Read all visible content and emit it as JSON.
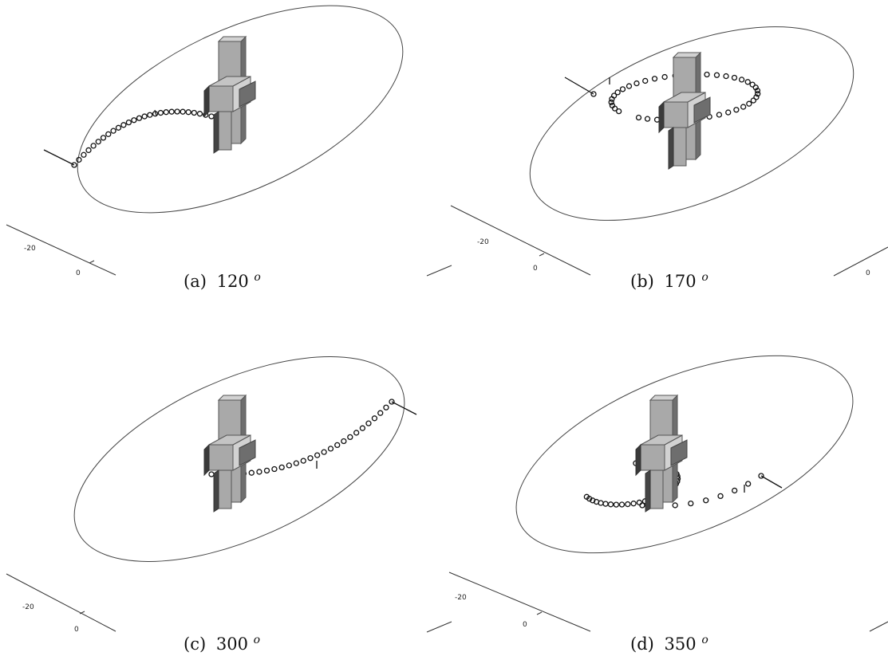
{
  "panels": [
    {
      "caption_label": "(a)",
      "caption_angle": "120",
      "caption_sup": "o",
      "axis_ticks": [
        "-20",
        "0"
      ]
    },
    {
      "caption_label": "(b)",
      "caption_angle": "170",
      "caption_sup": "o",
      "axis_ticks": [
        "-20",
        "0"
      ]
    },
    {
      "caption_label": "(c)",
      "caption_angle": "300",
      "caption_sup": "o",
      "axis_ticks": [
        "-20",
        "0"
      ]
    },
    {
      "caption_label": "(d)",
      "caption_angle": "350",
      "caption_sup": "o",
      "axis_ticks": [
        "-20",
        "0"
      ]
    }
  ],
  "colors": {
    "block_front": "#a9a9a9",
    "block_side": "#6e6e6e",
    "block_top": "#d2d2d2",
    "line": "#111111"
  }
}
